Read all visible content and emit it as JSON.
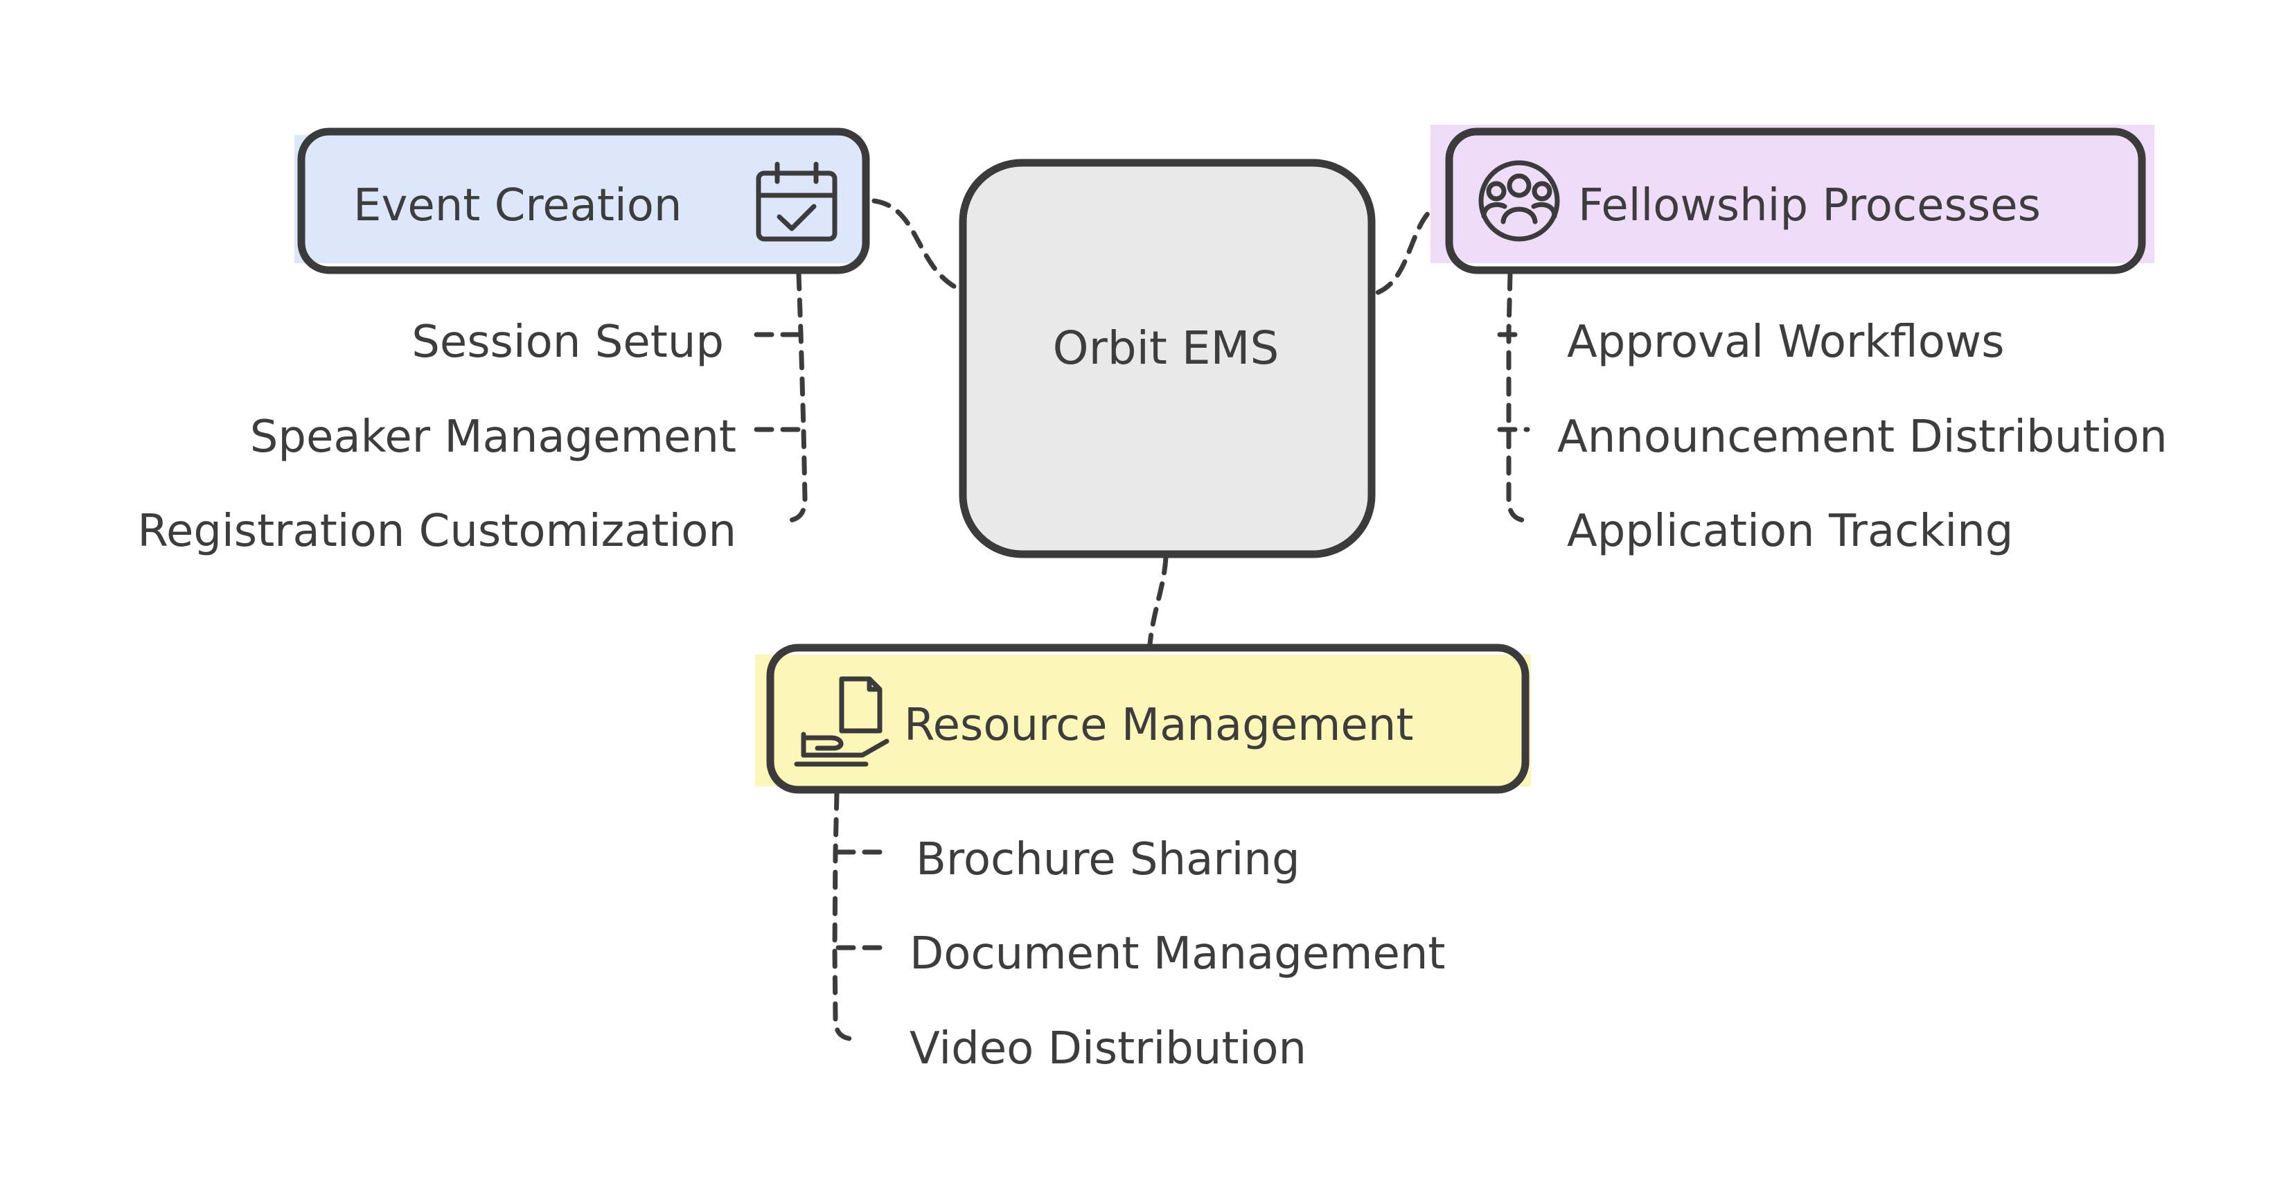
{
  "center": {
    "label": "Orbit EMS"
  },
  "branches": {
    "event_creation": {
      "label": "Event Creation",
      "icon": "calendar-check-icon",
      "color": "#dde7fb",
      "items": [
        "Session Setup",
        "Speaker Management",
        "Registration Customization"
      ]
    },
    "fellowship_processes": {
      "label": "Fellowship Processes",
      "icon": "people-group-icon",
      "color": "#efdcf9",
      "items": [
        "Approval Workflows",
        "Announcement Distribution",
        "Application Tracking"
      ]
    },
    "resource_management": {
      "label": "Resource Management",
      "icon": "hand-document-icon",
      "color": "#fcf6b8",
      "items": [
        "Brochure Sharing",
        "Document Management",
        "Video Distribution"
      ]
    }
  },
  "colors": {
    "center_fill": "#e9e9e9",
    "outline": "#3b3b3b",
    "text": "#3d3d3d"
  }
}
